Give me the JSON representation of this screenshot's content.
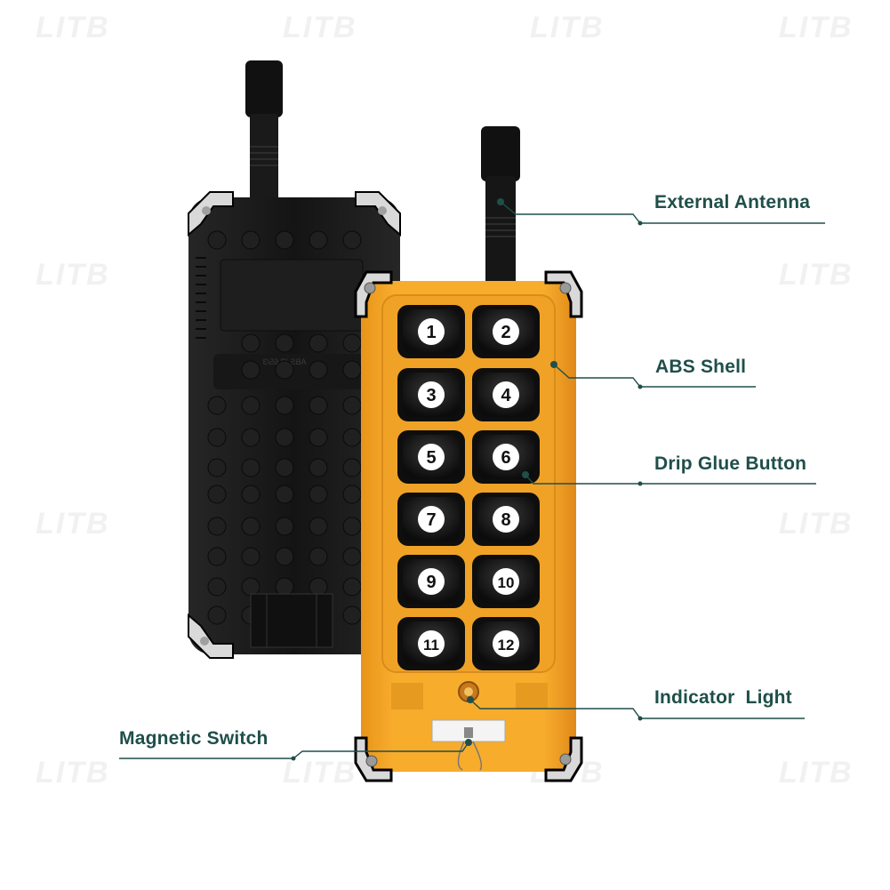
{
  "watermark": "LITB",
  "callouts": {
    "external_antenna": "External Antenna",
    "abs_shell": "ABS Shell",
    "drip_glue_button": "Drip Glue Button",
    "indicator_light": "Indicator  Light",
    "magnetic_switch": "Magnetic Switch"
  },
  "buttons": [
    "1",
    "2",
    "3",
    "4",
    "5",
    "6",
    "7",
    "8",
    "9",
    "10",
    "11",
    "12"
  ],
  "back_panel_text": "ABS IP 65/3",
  "colors": {
    "shell": "#f5a623",
    "back_shell": "#1c1c1c",
    "callout_text": "#1f4f4a",
    "callout_line": "#1f4f4a"
  }
}
